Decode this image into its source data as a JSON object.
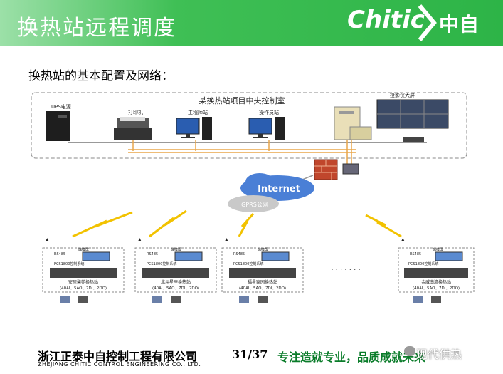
{
  "header": {
    "title": "换热站远程调度",
    "logo_text": "Chitic",
    "logo_cn": "中自"
  },
  "subtitle": "换热站的基本配置及网络：",
  "control_room": {
    "title": "某换热站项目中央控制室",
    "devices": [
      {
        "label": "UPS电源",
        "icon": "ups-icon"
      },
      {
        "label": "打印机",
        "icon": "printer-icon"
      },
      {
        "label": "工程师站",
        "icon": "workstation-icon"
      },
      {
        "label": "操作员站",
        "icon": "workstation-icon"
      },
      {
        "label": "",
        "icon": "server-icon"
      },
      {
        "label": "投影仪大屏",
        "icon": "video-wall-icon"
      }
    ]
  },
  "network": {
    "internet": "Internet",
    "gprs": "GPRS公网"
  },
  "stations": [
    {
      "name": "安居馨苑换热站",
      "rs485": "RS485",
      "hmi": "触摸屏",
      "system": "PCS1800控制系统",
      "io": "(40AI、5AO、7DI、2DO)"
    },
    {
      "name": "北斗星座换热站",
      "rs485": "RS485",
      "hmi": "触摸屏",
      "system": "PCS1800控制系统",
      "io": "(40AI、5AO、7DI、2DO)"
    },
    {
      "name": "福星家园换热站",
      "rs485": "RS485",
      "hmi": "触摸屏",
      "system": "PCS1800控制系统",
      "io": "(40AI、5AO、7DI、2DO)"
    },
    {
      "name": "金威南湾换热站",
      "rs485": "RS485",
      "hmi": "触摸屏",
      "system": "PCS1800控制系统",
      "io": "(40AI、5AO、7DI、2DO)"
    }
  ],
  "ellipsis": "· · · · · · ·",
  "footer": {
    "company_cn": "浙江正泰中自控制工程有限公司",
    "company_en": "ZHEJIANG CHITIC CONTROL ENGINEERING CO., LTD.",
    "page": "31/37",
    "slogan": "专注造就专业，品质成就未来",
    "watermark": "现代供热"
  },
  "colors": {
    "header_green": "#2db447",
    "slogan_green": "#0a7c2a",
    "internet_blue": "#4a7fd6",
    "wireless_yellow": "#f2c200"
  }
}
